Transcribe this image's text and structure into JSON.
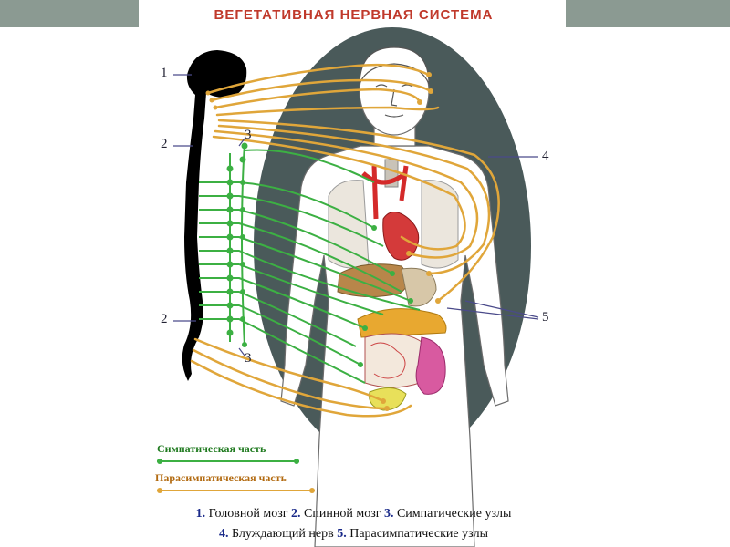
{
  "title": "ВЕГЕТАТИВНАЯ  НЕРВНАЯ  СИСТЕМА",
  "labels": {
    "l1": "1",
    "l2_top": "2",
    "l3_top": "3",
    "l4": "4",
    "l2_bottom": "2",
    "l5": "5",
    "l3_bottom": "3"
  },
  "legend": {
    "sympathetic": "Симпатическая часть",
    "parasympathetic": "Парасимпатическая часть"
  },
  "captions": {
    "line1": [
      {
        "n": "1.",
        "t": "Головной мозг"
      },
      {
        "n": "2.",
        "t": "Спинной мозг"
      },
      {
        "n": "3.",
        "t": "Симпатические узлы"
      }
    ],
    "line2": [
      {
        "n": "4.",
        "t": "Блуждающий нерв"
      },
      {
        "n": "5.",
        "t": "Парасимпатические узлы"
      }
    ]
  },
  "colors": {
    "sympathetic": "#3cb043",
    "parasympathetic": "#e0a63a",
    "title": "#c0392b",
    "oval": "#4a5a5a",
    "spine": "#000000",
    "top_band": "#8b9a92"
  }
}
